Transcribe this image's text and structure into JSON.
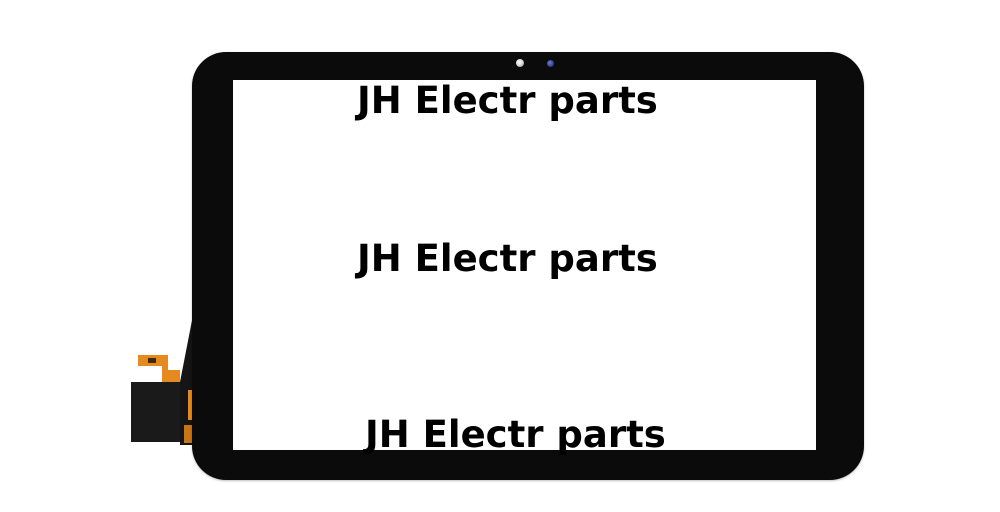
{
  "image": {
    "subject": "tablet touch screen digitizer panel",
    "colors": {
      "background": "#ffffff",
      "bezel": "#0b0b0b",
      "screen": "#ffffff",
      "flex_cable": "#e58a1e",
      "watermark_text": "#000000"
    }
  },
  "watermarks": [
    {
      "text": "JH Electr parts"
    },
    {
      "text": "JH Electr parts"
    },
    {
      "text": "JH Electr parts"
    }
  ],
  "icons": {
    "front_camera": "camera-lens-icon",
    "ambient_sensor": "sensor-icon"
  }
}
